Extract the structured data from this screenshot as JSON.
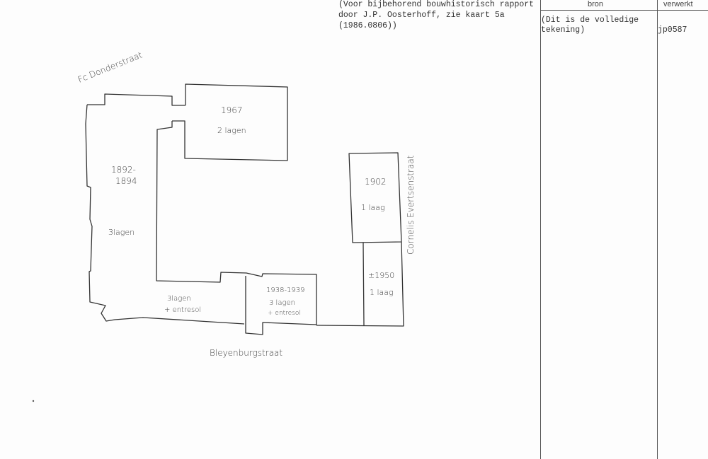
{
  "note": {
    "line1": "(Voor bijbehorend bouwhistorisch rapport",
    "line2": "door J.P. Oosterhoff, zie kaart 5a",
    "line3": "(1986.0806))"
  },
  "table": {
    "col_bron": "bron",
    "col_verwerkt": "verwerkt",
    "bron_line1": "(Dit is de volledige",
    "bron_line2": "tekening)",
    "verwerkt_value": "jp0587"
  },
  "plan": {
    "streets": {
      "north": "Fc Donderstraat",
      "east": "Cornelis Evertsenstraat",
      "south": "Bleyenburgstraat"
    },
    "buildings": {
      "b1967_year": "1967",
      "b1967_floors": "2 lagen",
      "b1892_year1": "1892-",
      "b1892_year2": "1894",
      "b1892_floors": "3lagen",
      "wing_floors": "3lagen",
      "wing_extra": "+ entresol",
      "b1938_year": "1938-1939",
      "b1938_floors": "3 lagen",
      "b1938_extra": "+ entresol",
      "b1902_year": "1902",
      "b1902_floors": "1 laag",
      "b1950_year": "±1950",
      "b1950_floors": "1 laag"
    }
  }
}
